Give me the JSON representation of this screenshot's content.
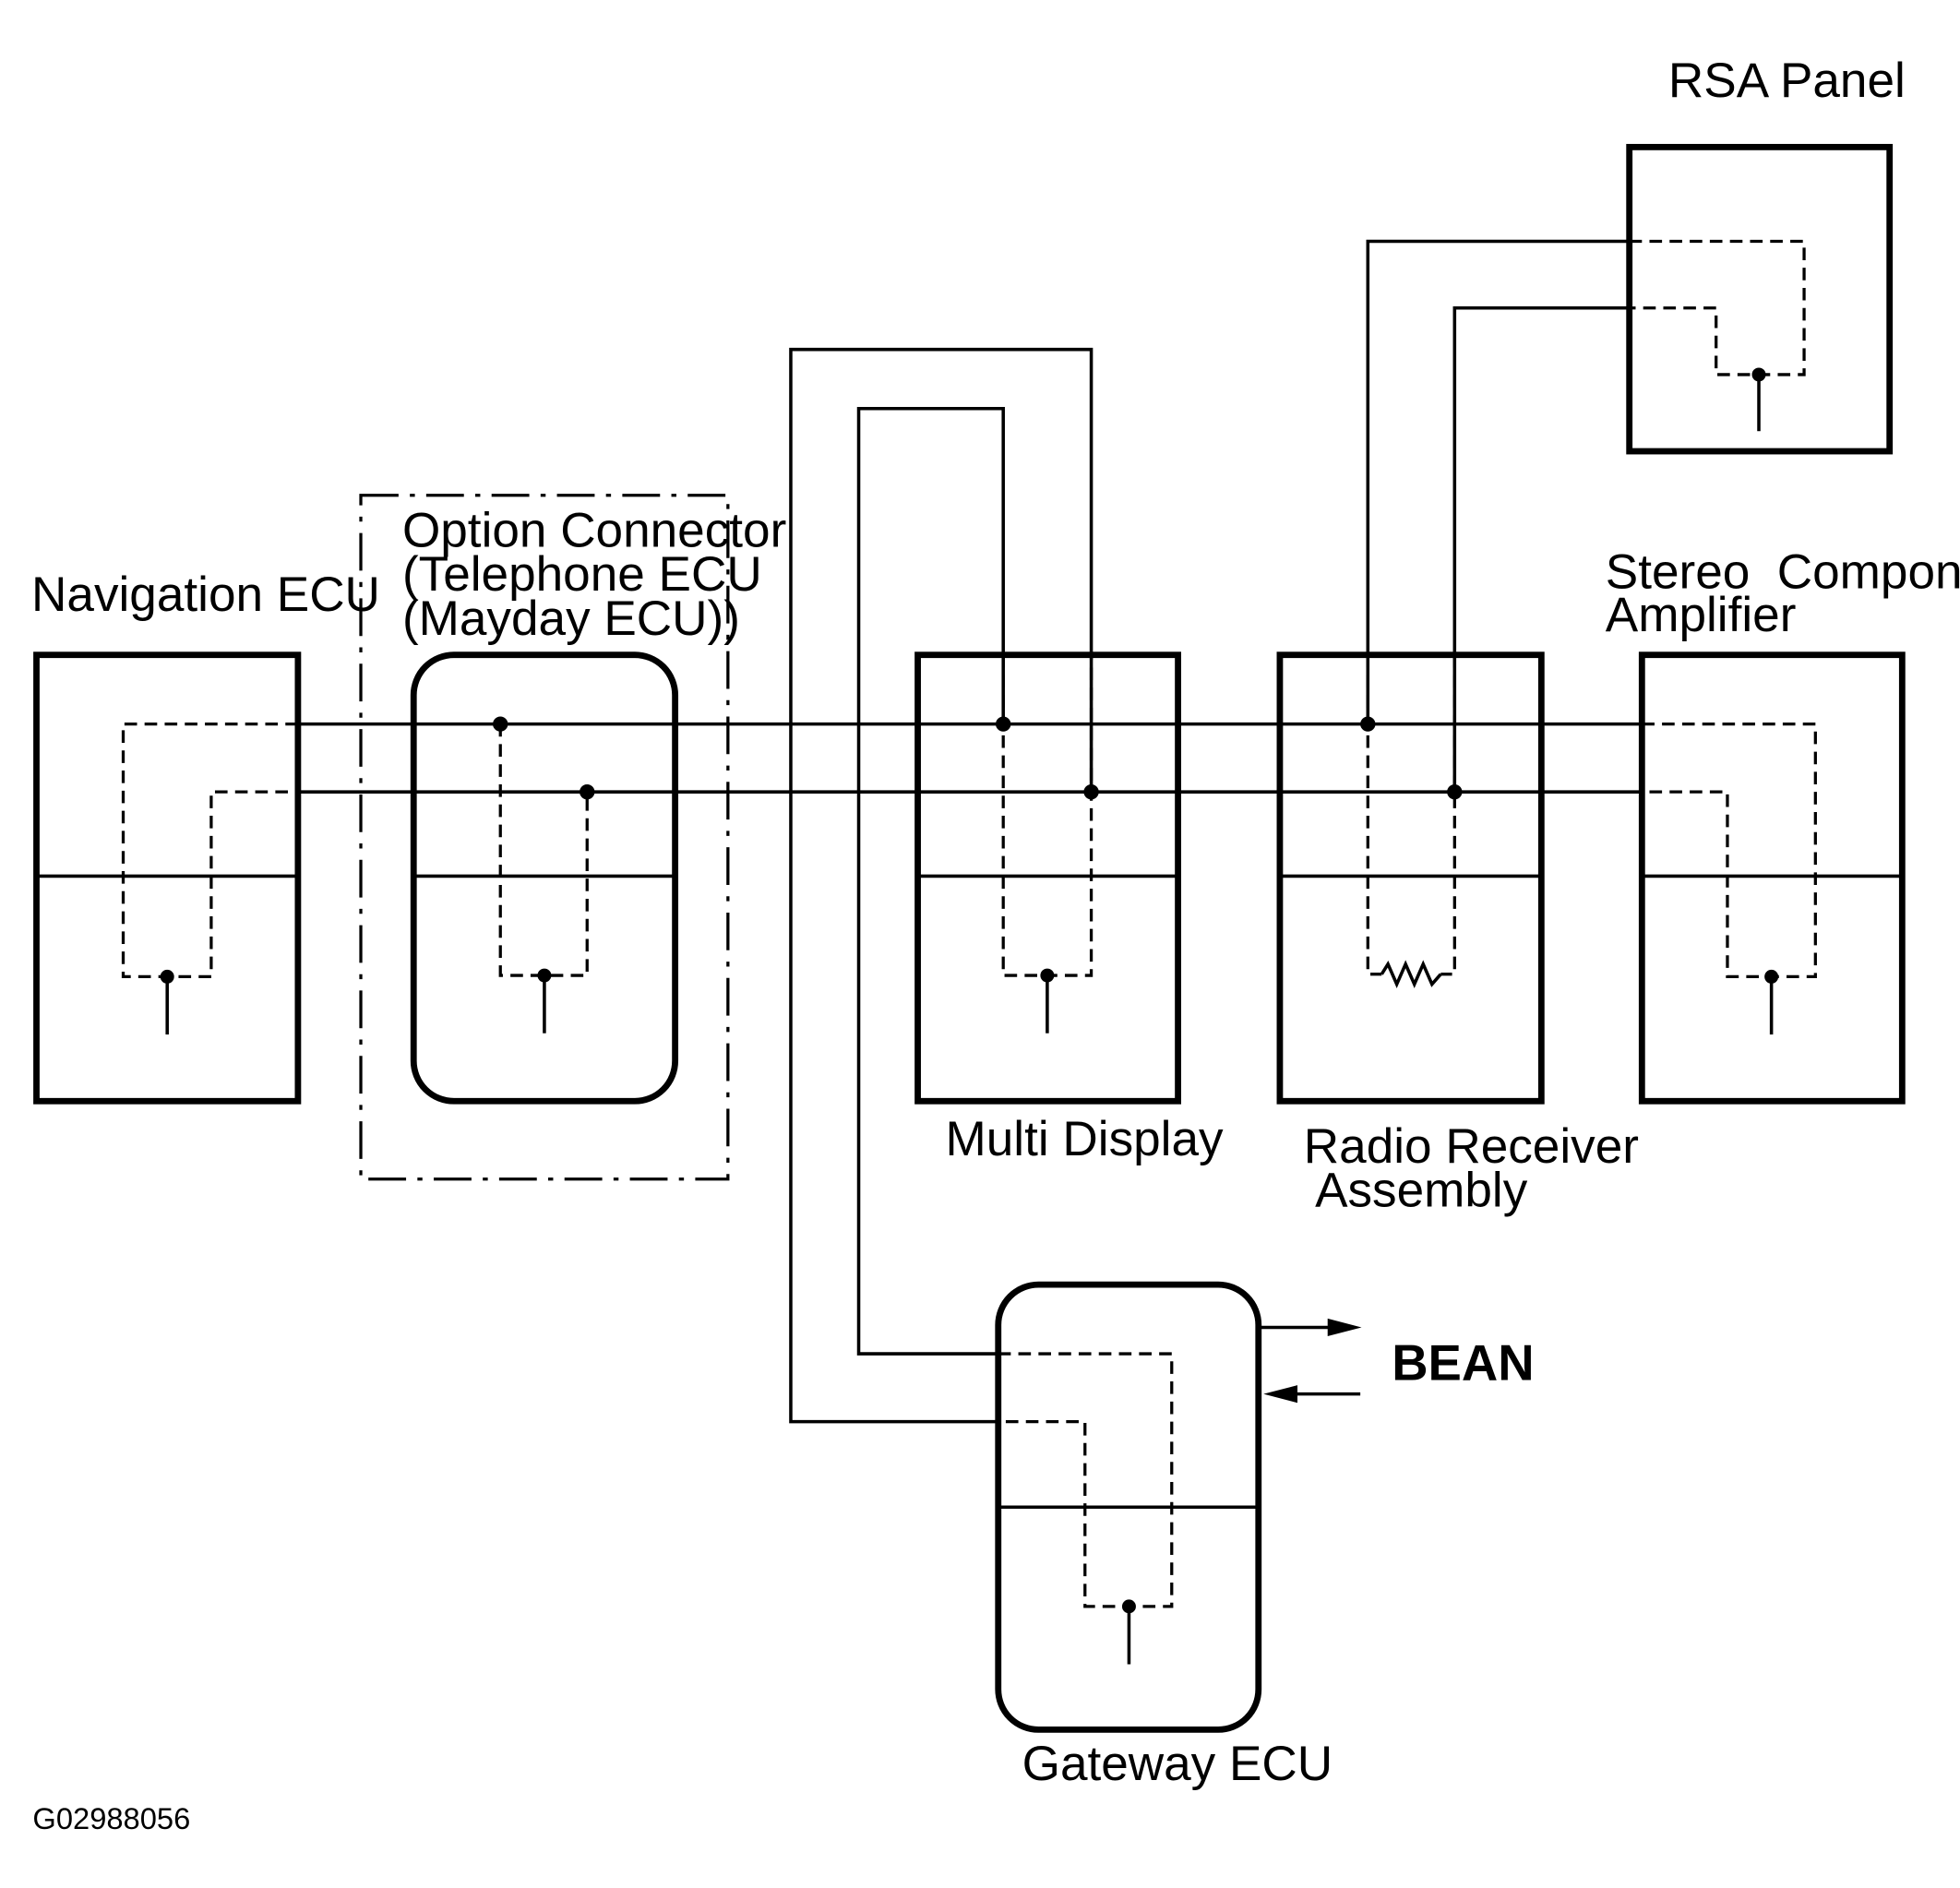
{
  "labels": {
    "rsa_panel": "RSA Panel",
    "option_connector": [
      "Option Connector",
      "(Telephone ECU",
      "(Mayday ECU))"
    ],
    "navigation_ecu": "Navigation ECU",
    "stereo_amp": [
      "Stereo  Component",
      "Amplifier"
    ],
    "multi_display": "Multi Display",
    "radio_receiver": [
      "Radio Receiver",
      "Assembly"
    ],
    "gateway_ecu": "Gateway ECU",
    "bean": "BEAN",
    "figure_code": "G02988056"
  }
}
